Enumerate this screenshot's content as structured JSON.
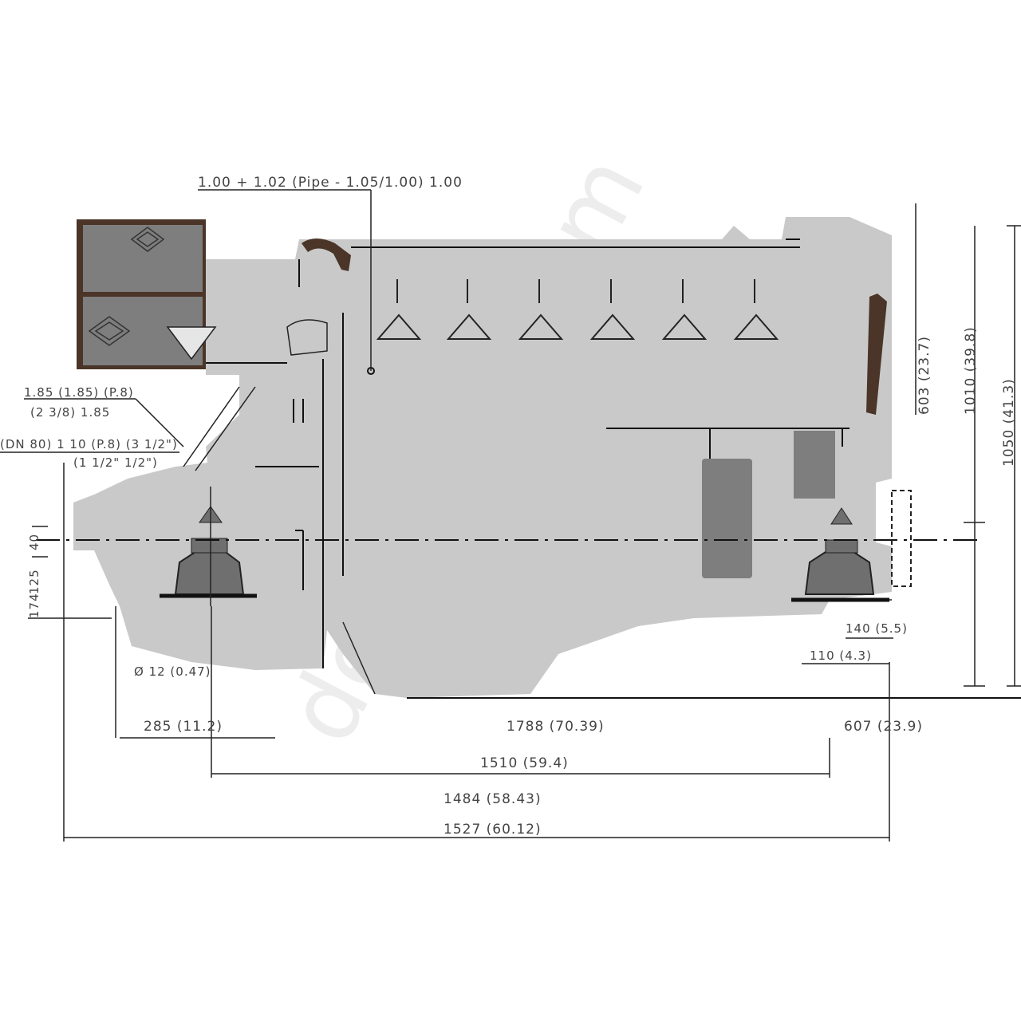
{
  "callouts": {
    "top_pipe": "1.00 + 1.02 (Pipe - 1.05/1.00) 1.00",
    "left_upper_line1": "1.85 (1.85) (P.8)",
    "left_upper_line2": "(2 3/8) 1.85",
    "left_lower": "(DN 80) 1 10 (P.8) (3 1/2\")",
    "left_lower2": "(1 1/2\" 1/2\")"
  },
  "dimensions": {
    "left_offset": "285 (11.2)",
    "center_length": "1788 (70.39)",
    "right_offset": "607 (23.9)",
    "overall_inner": "1510 (59.4)",
    "overall_1": "1484 (58.43)",
    "overall_2": "1527 (60.12)",
    "vertical_right_inner": "603 (23.7)",
    "vertical_right_outer": "1010 (39.8)",
    "vertical_far_right": "1050 (41.3)",
    "mount_right_1": "140 (5.5)",
    "mount_right_2": "110 (4.3)",
    "left_crank_1": "40",
    "left_crank_2": "125",
    "left_crank_3": "174",
    "bottom_left_label": "Ø 12 (0.47)"
  },
  "watermark": "denizdm.com"
}
